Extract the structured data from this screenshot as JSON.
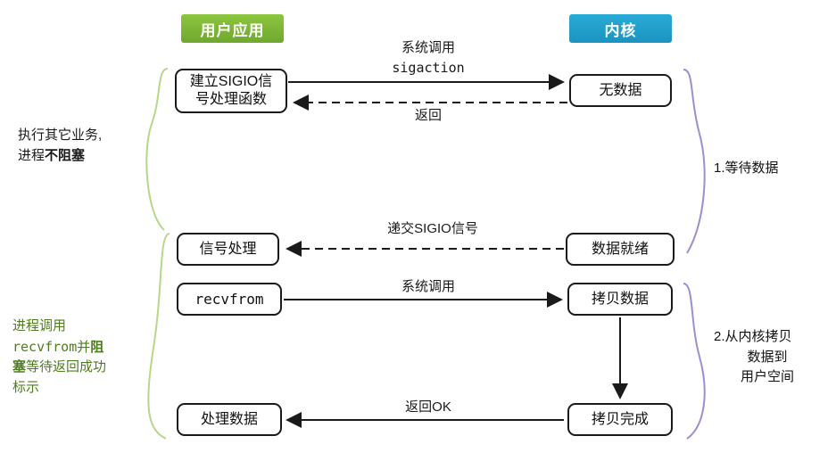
{
  "headers": {
    "user_app": "用户应用",
    "kernel": "内核",
    "user_color": "#8cc63f",
    "kernel_color": "#29abd6"
  },
  "boxes": {
    "sigio_handler": "建立SIGIO信\n号处理函数",
    "no_data": "无数据",
    "signal_process": "信号处理",
    "data_ready": "数据就绪",
    "recvfrom": "recvfrom",
    "copy_data": "拷贝数据",
    "process_data": "处理数据",
    "copy_done": "拷贝完成"
  },
  "edge_labels": {
    "syscall_sigaction_line1": "系统调用",
    "syscall_sigaction_line2": "sigaction",
    "return": "返回",
    "deliver_sigio": "递交SIGIO信号",
    "syscall": "系统调用",
    "return_ok": "返回OK"
  },
  "annotations": {
    "left_top_line1": "执行其它业务,",
    "left_top_line2_pre": "进程",
    "left_top_line2_bold": "不阻塞",
    "left_bottom_line1": "进程调用",
    "left_bottom_line2": "recvfrom",
    "left_bottom_line2_suffix": "并",
    "left_bottom_bold_a": "阻",
    "left_bottom_line3_bold": "塞",
    "left_bottom_line3": "等待返回成功",
    "left_bottom_line4": "标示",
    "right_top": "1.等待数据",
    "right_bottom_line1": "2.从内核拷贝",
    "right_bottom_line2": "数据到",
    "right_bottom_line3": "用户空间"
  }
}
